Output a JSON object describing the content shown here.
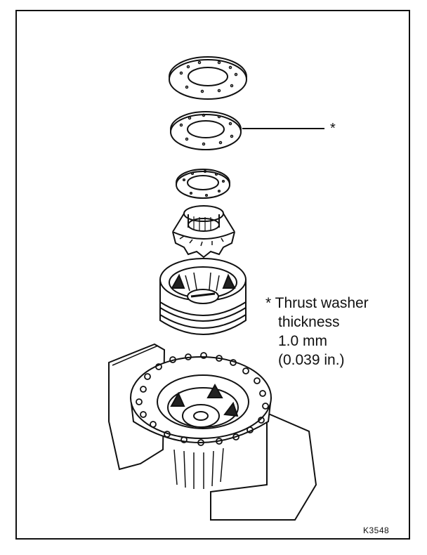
{
  "callout_marker": "*",
  "note": {
    "line1": "* Thrust washer",
    "line2": "thickness",
    "line3": "1.0 mm",
    "line4": "(0.039 in.)"
  },
  "figure_ref": "K3548",
  "colors": {
    "ink": "#111111",
    "paper": "#ffffff"
  }
}
